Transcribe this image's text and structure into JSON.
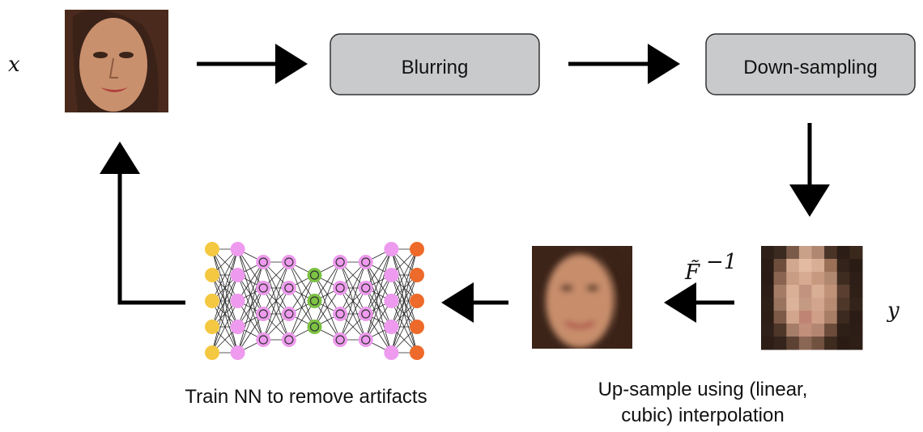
{
  "labels": {
    "input_var": "x",
    "output_var": "y",
    "operator": "F̃",
    "operator_sup": "−1"
  },
  "boxes": {
    "blurring": "Blurring",
    "downsampling": "Down-sampling"
  },
  "captions": {
    "nn": "Train NN to remove artifacts",
    "upsample_line1": "Up-sample using (linear,",
    "upsample_line2": "cubic) interpolation"
  },
  "network": {
    "layers": [
      {
        "count": 5,
        "color": "#f5c842"
      },
      {
        "count": 5,
        "color": "#ee9aee"
      },
      {
        "count": 4,
        "color": "#ee9aee"
      },
      {
        "count": 4,
        "color": "#ee9aee"
      },
      {
        "count": 3,
        "color": "#7cc243"
      },
      {
        "count": 4,
        "color": "#ee9aee"
      },
      {
        "count": 4,
        "color": "#ee9aee"
      },
      {
        "count": 5,
        "color": "#ee9aee"
      },
      {
        "count": 5,
        "color": "#ee6a2a"
      }
    ]
  },
  "colors": {
    "box_fill": "#c9cacc",
    "arrow": "#000000"
  }
}
